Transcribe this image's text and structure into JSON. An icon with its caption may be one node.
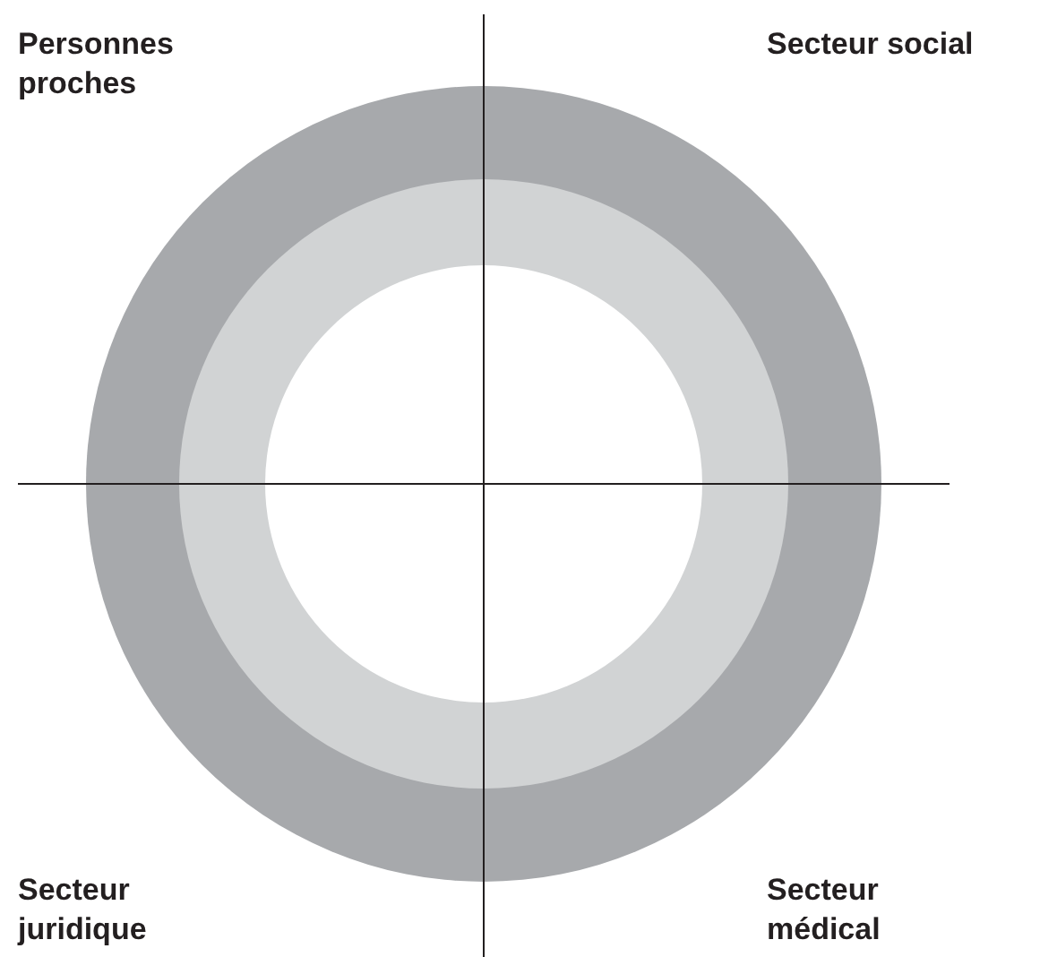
{
  "diagram": {
    "labels": [
      "Personnes proches",
      "Secteur social",
      "Secteur juridique",
      "Secteur médical"
    ]
  }
}
